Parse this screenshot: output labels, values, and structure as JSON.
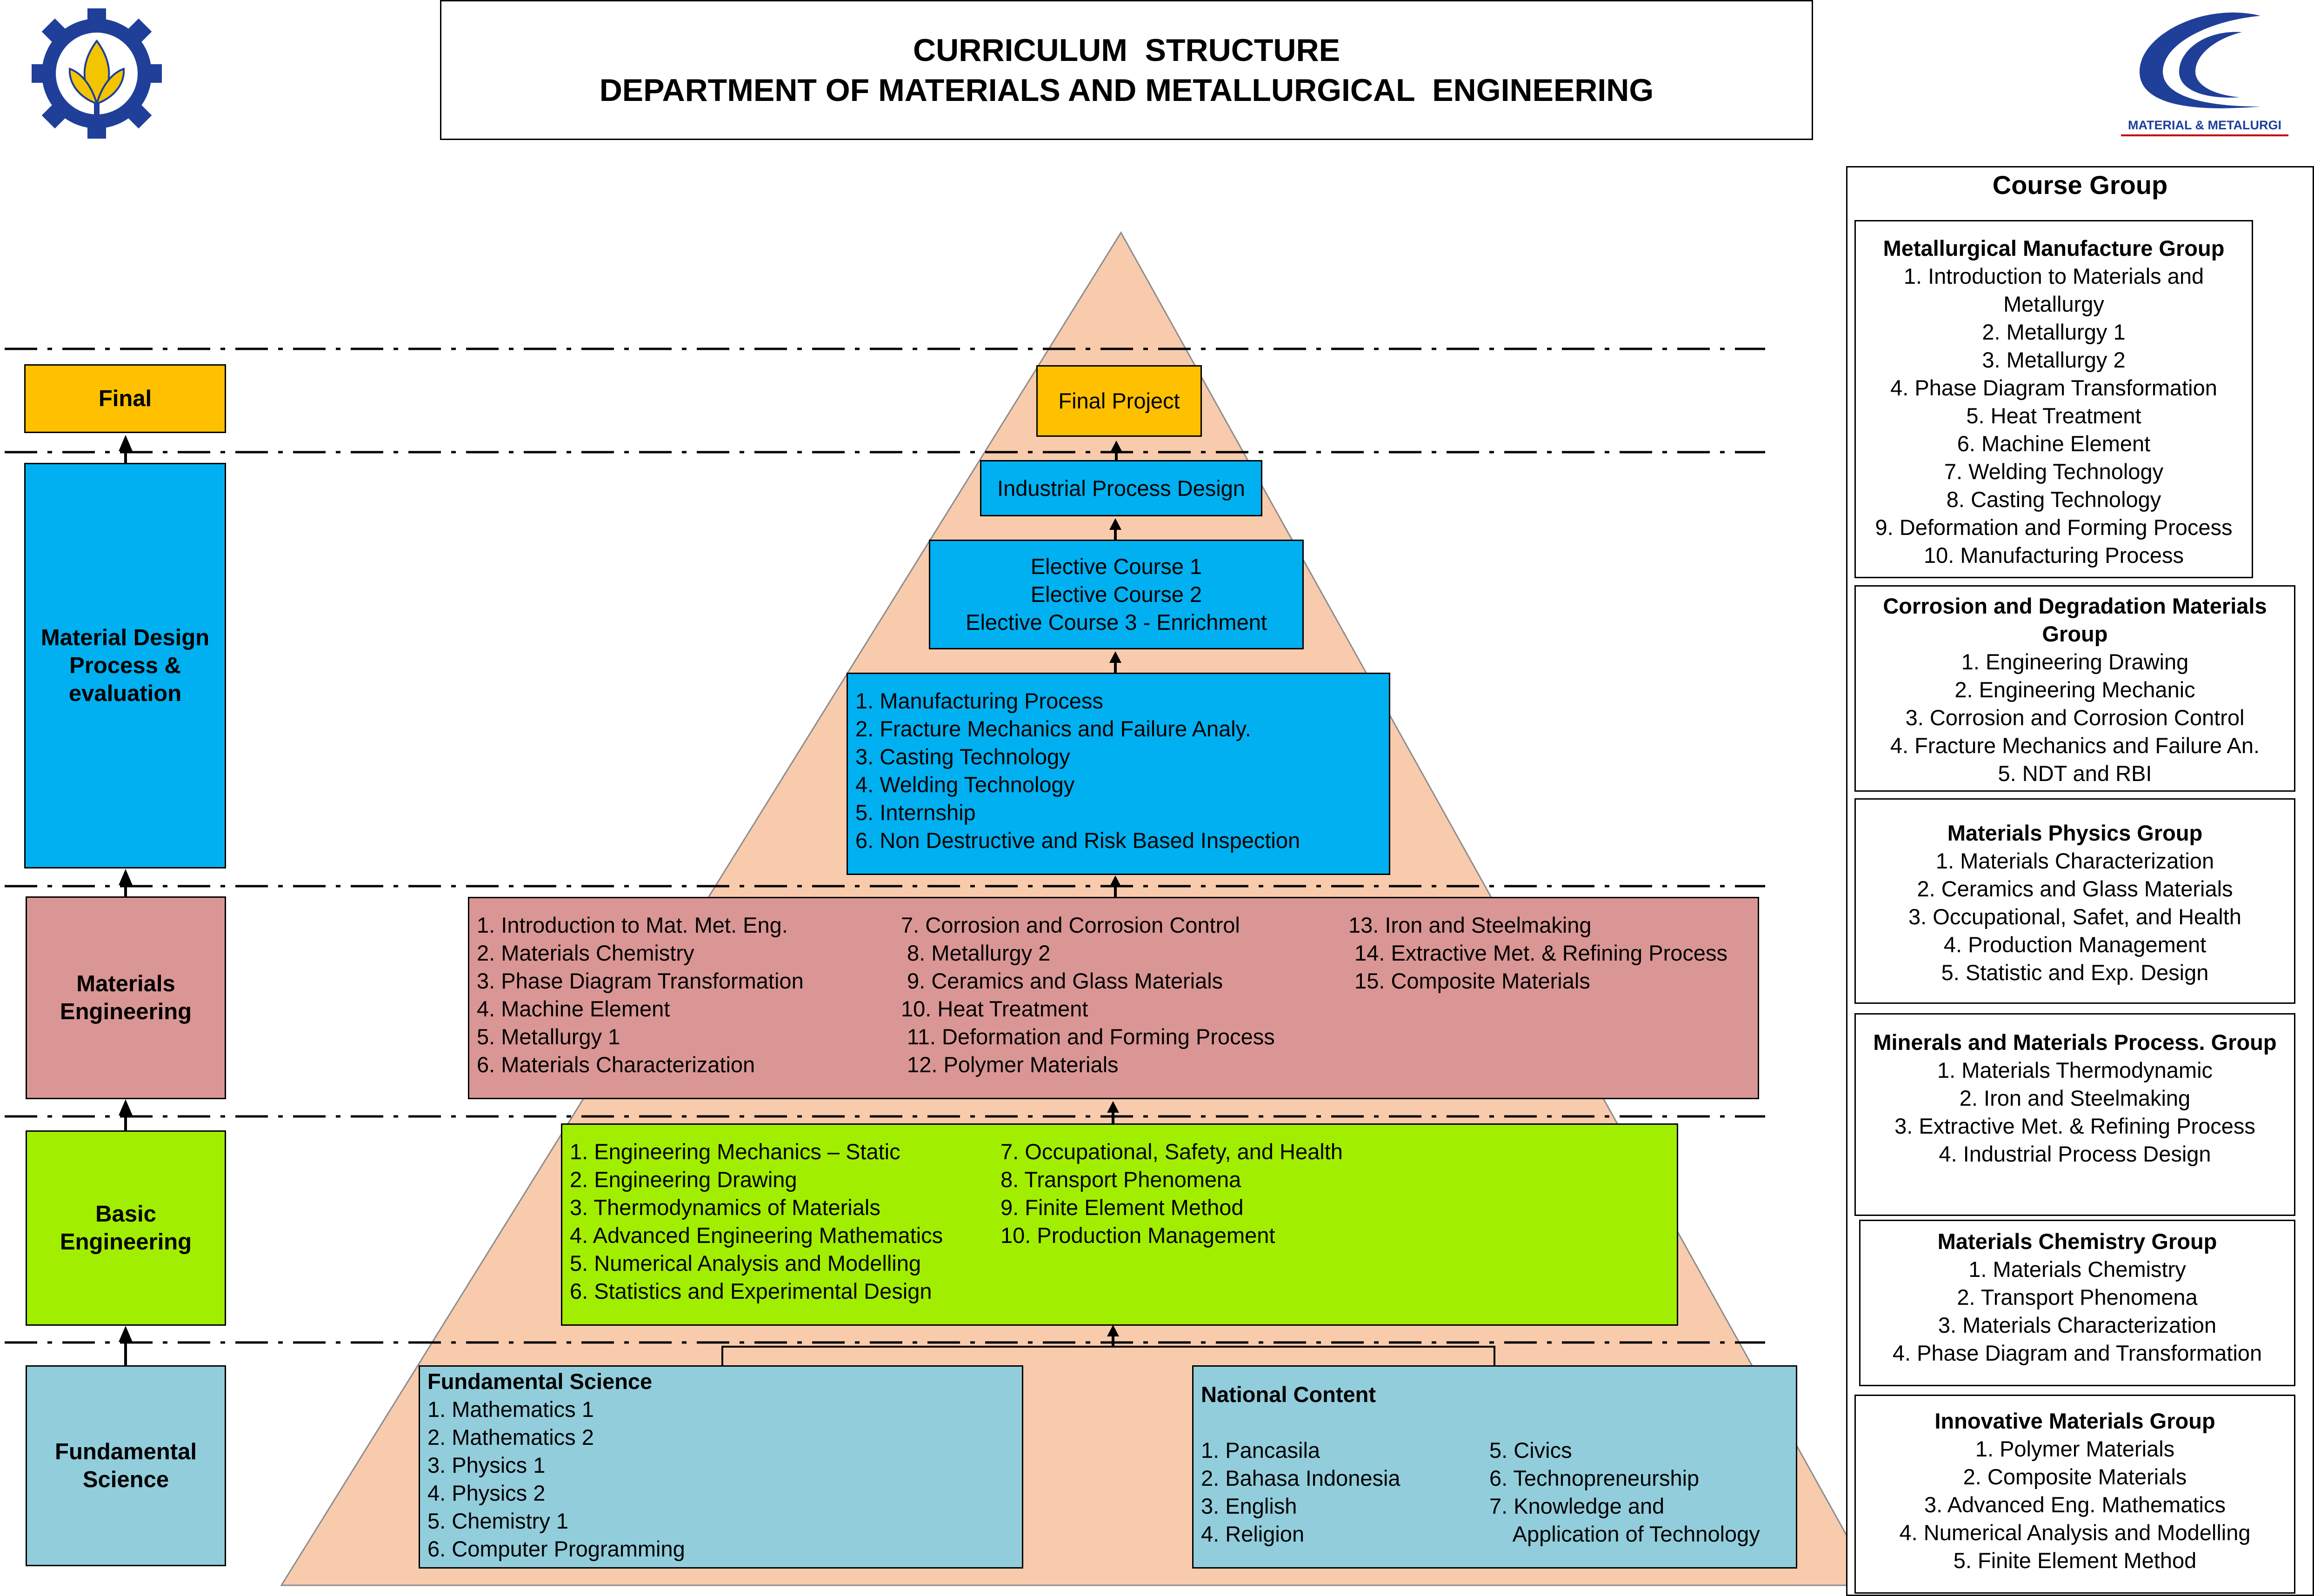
{
  "header": {
    "title_line1": "CURRICULUM  STRUCTURE",
    "title_line2": "DEPARTMENT OF MATERIALS AND METALLURGICAL  ENGINEERING"
  },
  "logos": {
    "left": "institute-gear-emblem",
    "right_caption": "MATERIAL & METALURGI"
  },
  "colors": {
    "pyramid": "#f8cbad",
    "final": "#ffc000",
    "design": "#00b0f0",
    "materials": "#da9694",
    "basic": "#a2ee00",
    "fundamental": "#92cddc"
  },
  "levels": {
    "final": "Final",
    "design": "Material Design Process & evaluation",
    "materials": "Materials Engineering",
    "basic": "Basic Engineering",
    "fundamental": "Fundamental Science"
  },
  "pyramid": {
    "final_project": "Final Project",
    "industrial": "Industrial Process Design",
    "electives": [
      "Elective Course 1",
      "Elective Course 2",
      "Elective Course 3 - Enrichment"
    ],
    "design_courses": [
      "1. Manufacturing Process",
      "2. Fracture Mechanics and Failure Analy.",
      "3. Casting Technology",
      "4. Welding Technology",
      "5. Internship",
      "6. Non Destructive and Risk Based Inspection"
    ],
    "materials_col1": [
      "1. Introduction to Mat. Met. Eng.",
      "2. Materials Chemistry",
      "3. Phase Diagram Transformation",
      "4. Machine Element",
      "5. Metallurgy 1",
      "6. Materials Characterization"
    ],
    "materials_col2": [
      "7. Corrosion and Corrosion Control",
      " 8. Metallurgy 2",
      " 9. Ceramics and Glass Materials",
      "10. Heat Treatment",
      " 11. Deformation and Forming Process",
      " 12. Polymer Materials"
    ],
    "materials_col3": [
      "13. Iron and Steelmaking",
      " 14. Extractive Met. & Refining Process",
      " 15. Composite Materials"
    ],
    "basic_col1": [
      "1. Engineering Mechanics – Static",
      "2. Engineering Drawing",
      "3. Thermodynamics of Materials",
      "4. Advanced Engineering Mathematics",
      "5. Numerical Analysis and Modelling",
      "6. Statistics and Experimental Design"
    ],
    "basic_col2": [
      "7. Occupational, Safety, and Health",
      "8. Transport Phenomena",
      "9. Finite Element Method",
      "10. Production Management"
    ],
    "fundamental_title": "Fundamental Science",
    "fundamental_courses": [
      "1. Mathematics 1",
      "2. Mathematics 2",
      "3. Physics 1",
      "4. Physics 2",
      "5. Chemistry 1",
      "6. Computer Programming"
    ],
    "national_title": "National Content",
    "national_col1": [
      "1. Pancasila",
      "2. Bahasa Indonesia",
      "3. English",
      "4. Religion"
    ],
    "national_col2": [
      "5. Civics",
      "6. Technopreneurship",
      "7. Knowledge and",
      "    Application of Technology"
    ]
  },
  "course_group": {
    "title": "Course Group",
    "groups": [
      {
        "title": "Metallurgical Manufacture Group",
        "items": [
          "1. Introduction to Materials and",
          "Metallurgy",
          "2. Metallurgy 1",
          "3. Metallurgy 2",
          "4. Phase Diagram Transformation",
          "5. Heat Treatment",
          "6. Machine Element",
          "7. Welding Technology",
          "8. Casting Technology",
          "9. Deformation and Forming Process",
          "10. Manufacturing Process"
        ]
      },
      {
        "title": "Corrosion and Degradation Materials Group",
        "items": [
          "1. Engineering Drawing",
          "2. Engineering Mechanic",
          "3. Corrosion and Corrosion Control",
          "4. Fracture Mechanics and Failure An.",
          "5. NDT and RBI"
        ]
      },
      {
        "title": "Materials Physics Group",
        "items": [
          "1. Materials Characterization",
          "2. Ceramics and Glass Materials",
          "3. Occupational, Safet, and Health",
          "4. Production Management",
          "5. Statistic and Exp. Design"
        ]
      },
      {
        "title": "Minerals and Materials Process. Group",
        "items": [
          "1. Materials Thermodynamic",
          "2. Iron and Steelmaking",
          "3. Extractive Met. & Refining Process",
          "4. Industrial Process Design"
        ]
      },
      {
        "title": "Materials Chemistry Group",
        "items": [
          "1. Materials Chemistry",
          "2. Transport Phenomena",
          "3. Materials Characterization",
          "4. Phase Diagram and Transformation"
        ]
      },
      {
        "title": "Innovative Materials Group",
        "items": [
          "1. Polymer Materials",
          "2. Composite Materials",
          "3. Advanced Eng. Mathematics",
          "4. Numerical Analysis and Modelling",
          "5. Finite Element Method"
        ]
      }
    ]
  }
}
